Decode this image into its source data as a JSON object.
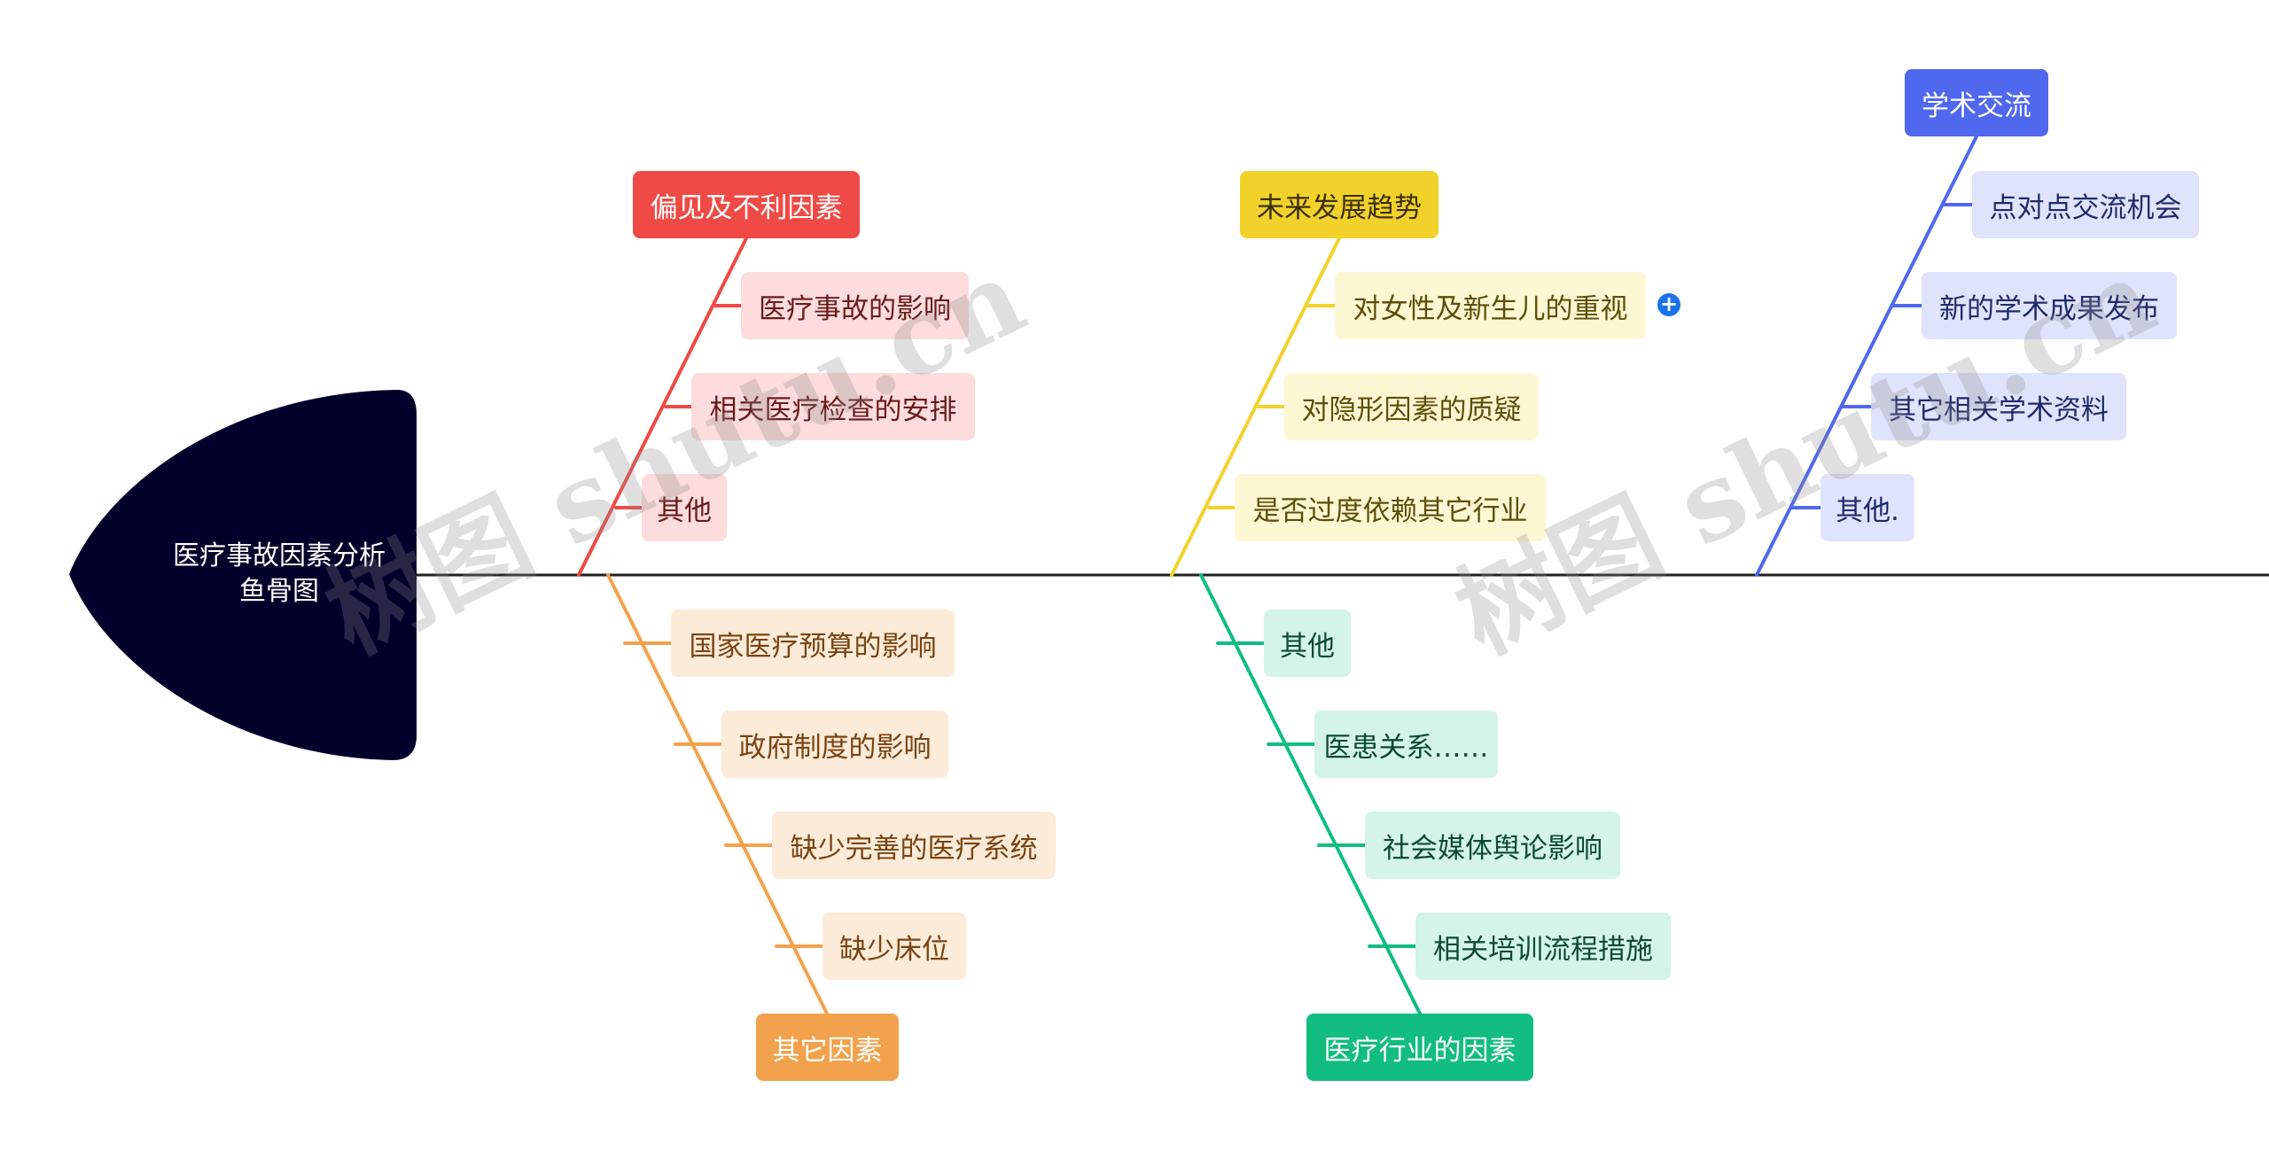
{
  "head": {
    "line1": "医疗事故因素分析",
    "line2": "鱼骨图",
    "color": "#00002a"
  },
  "spine_color": "#222222",
  "watermark": "树图 shutu.cn",
  "branches": [
    {
      "key": "b1",
      "label": "偏见及不利因素",
      "color": "#ef4a45",
      "sub_bg": "#fcdcdc",
      "sub_text": "#6b1a1a",
      "children": [
        "医疗事故的影响",
        "相关医疗检查的安排",
        "其他"
      ]
    },
    {
      "key": "b2",
      "label": "其它因素",
      "color": "#f2a24c",
      "sub_bg": "#fdebd9",
      "sub_text": "#7a4310",
      "children": [
        "国家医疗预算的影响",
        "政府制度的影响",
        "缺少完善的医疗系统",
        "缺少床位"
      ]
    },
    {
      "key": "b3",
      "label": "未来发展趋势",
      "color": "#f2d22a",
      "sub_bg": "#fdf7d3",
      "sub_text": "#5e4e07",
      "children": [
        "对女性及新生儿的重视",
        "对隐形因素的质疑",
        "是否过度依赖其它行业"
      ],
      "expand_icon_color": "#1a73e8"
    },
    {
      "key": "b4",
      "label": "医疗行业的因素",
      "color": "#12bd80",
      "sub_bg": "#d3f4e6",
      "sub_text": "#0d4a32",
      "children": [
        "其他",
        "医患关系……",
        "社会媒体舆论影响",
        "相关培训流程措施"
      ]
    },
    {
      "key": "b5",
      "label": "学术交流",
      "color": "#4f68ee",
      "sub_bg": "#dfe3fb",
      "sub_text": "#1f2b6b",
      "children": [
        "点对点交流机会",
        "新的学术成果发布",
        "其它相关学术资料",
        "其他."
      ]
    }
  ]
}
